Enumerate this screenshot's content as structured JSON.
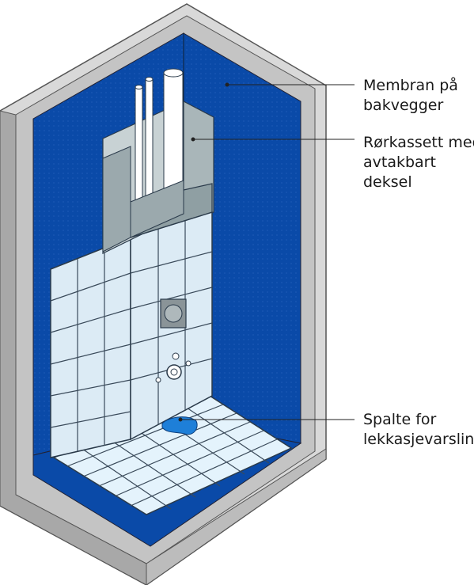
{
  "labels": {
    "membrane": [
      "Membran på",
      "bakvegger"
    ],
    "pipe_box": [
      "Rørkassett med",
      "avtakbart",
      "deksel"
    ],
    "leak_slot": [
      "Spalte for",
      "lekkasjevarsling"
    ]
  },
  "colors": {
    "membrane_blue": "#0a4aa8",
    "tile": "#dcebf5",
    "floor_tile": "#e4f3fc",
    "grout": "#3a4a5a",
    "pipe_box": "#9ba9ad",
    "concrete_light": "#d6d6d6",
    "concrete_dark": "#a9a9a9",
    "leak_water": "#1e7fd8"
  },
  "icons": [
    "pipe-icon",
    "drain-outlet-icon",
    "valve-icon"
  ]
}
